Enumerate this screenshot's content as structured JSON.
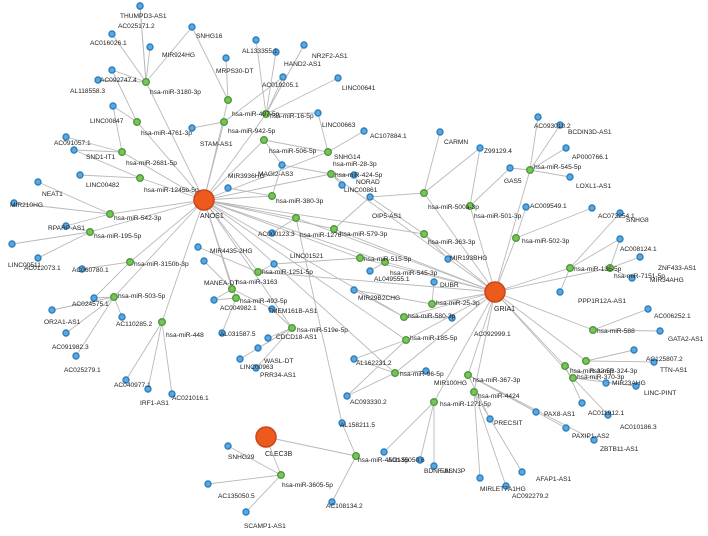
{
  "colors": {
    "hub_fill": "#ed5a1e",
    "hub_stroke": "#c8461a",
    "mirna_fill": "#78c35c",
    "mirna_stroke": "#4f9a3a",
    "lnc_fill": "#5aa8e0",
    "lnc_stroke": "#2d7fc0",
    "edge": "#b9b9b9"
  },
  "hubs": [
    {
      "name": "ANOS1"
    },
    {
      "name": "GRIA1"
    },
    {
      "name": "CLEC3B"
    }
  ],
  "mirnas": [
    {
      "name": "hsa-miR-3180-3p"
    },
    {
      "name": "hsa-miR-497-5p"
    },
    {
      "name": "hsa-miR-4761-3p"
    },
    {
      "name": "hsa-miR-16-5p"
    },
    {
      "name": "hsa-miR-942-5p"
    },
    {
      "name": "hsa-miR-506-5p"
    },
    {
      "name": "hsa-miR-2681-5p"
    },
    {
      "name": "hsa-miR-28-3p"
    },
    {
      "name": "hsa-miR-1245b-5p"
    },
    {
      "name": "hsa-miR-424-5p"
    },
    {
      "name": "hsa-miR-380-3p"
    },
    {
      "name": "hsa-miR-542-3p"
    },
    {
      "name": "hsa-miR-1276"
    },
    {
      "name": "hsa-miR-579-3p"
    },
    {
      "name": "hsa-miR-195-5p"
    },
    {
      "name": "hsa-miR-500a-3p"
    },
    {
      "name": "hsa-miR-501-3p"
    },
    {
      "name": "hsa-miR-545-5p"
    },
    {
      "name": "hsa-miR-502-3p"
    },
    {
      "name": "hsa-miR-363-3p"
    },
    {
      "name": "hsa-miR-515-5p"
    },
    {
      "name": "hsa-miR-545-3p"
    },
    {
      "name": "hsa-miR-3150b-3p"
    },
    {
      "name": "hsa-miR-1251-5p"
    },
    {
      "name": "hsa-miR-136-5p"
    },
    {
      "name": "hsa-miR-7151-5p"
    },
    {
      "name": "hsa-miR-503-5p"
    },
    {
      "name": "hsa-miR-3163"
    },
    {
      "name": "hsa-miR-493-5p"
    },
    {
      "name": "hsa-miR-25-3p"
    },
    {
      "name": "hsa-miR-580-3p"
    },
    {
      "name": "hsa-miR-448"
    },
    {
      "name": "hsa-miR-519e-5p"
    },
    {
      "name": "hsa-miR-185-5p"
    },
    {
      "name": "hsa-miR-588"
    },
    {
      "name": "hsa-miR-324-3p"
    },
    {
      "name": "hsa-miR-96-5p"
    },
    {
      "name": "hsa-miR-32-5p"
    },
    {
      "name": "hsa-miR-370-3p"
    },
    {
      "name": "hsa-miR-367-3p"
    },
    {
      "name": "hsa-miR-1271-5p"
    },
    {
      "name": "hsa-miR-4424"
    },
    {
      "name": "hsa-miR-450b-5p"
    },
    {
      "name": "hsa-miR-3605-5p"
    }
  ],
  "lncrnas": [
    {
      "name": "THUMPD3-AS1"
    },
    {
      "name": "AC025171.2"
    },
    {
      "name": "AC016026.1"
    },
    {
      "name": "SNHG16"
    },
    {
      "name": "MIR924HG"
    },
    {
      "name": "HAND2-AS1"
    },
    {
      "name": "AL133355.1"
    },
    {
      "name": "NR2F2-AS1"
    },
    {
      "name": "MRPS30-DT"
    },
    {
      "name": "AC092747.4"
    },
    {
      "name": "AC019205.1"
    },
    {
      "name": "AL118558.3"
    },
    {
      "name": "LINC00641"
    },
    {
      "name": "LINC00847"
    },
    {
      "name": "LINC00663"
    },
    {
      "name": "AC107884.1"
    },
    {
      "name": "STAM-AS1"
    },
    {
      "name": "AC091057.1"
    },
    {
      "name": "SND1-IT1"
    },
    {
      "name": "SNHG14"
    },
    {
      "name": "CARMN"
    },
    {
      "name": "LINC00482"
    },
    {
      "name": "MAGI2-AS3"
    },
    {
      "name": "AC093010.2"
    },
    {
      "name": "BCDIN3D-AS1"
    },
    {
      "name": "Z99129.4"
    },
    {
      "name": "AP000766.1"
    },
    {
      "name": "NEAT1"
    },
    {
      "name": "MIR3936HG"
    },
    {
      "name": "NORAD"
    },
    {
      "name": "LINC00861"
    },
    {
      "name": "GAS5"
    },
    {
      "name": "MIR210HG"
    },
    {
      "name": "LOXL1-AS1"
    },
    {
      "name": "RPARP-AS1"
    },
    {
      "name": "OIP5-AS1"
    },
    {
      "name": "AC009549.1"
    },
    {
      "name": "AC073254.1"
    },
    {
      "name": "SNHG8"
    },
    {
      "name": "LINC00511"
    },
    {
      "name": "AC012073.1"
    },
    {
      "name": "AC000123.3"
    },
    {
      "name": "MIR4435-2HG"
    },
    {
      "name": "MIR193BHG"
    },
    {
      "name": "AC008124.1"
    },
    {
      "name": "ZNF433-AS1"
    },
    {
      "name": "LINC01521"
    },
    {
      "name": "AC060780.1"
    },
    {
      "name": "AL049555.1"
    },
    {
      "name": "MIR34AHG"
    },
    {
      "name": "MANEA-DT"
    },
    {
      "name": "AC024575.1"
    },
    {
      "name": "DUBR"
    },
    {
      "name": "MIR29B2CHG"
    },
    {
      "name": "PPP1R12A-AS1"
    },
    {
      "name": "AC004982.1"
    },
    {
      "name": "OR2A1-AS1"
    },
    {
      "name": "AC110285.2"
    },
    {
      "name": "TMEM161B-AS1"
    },
    {
      "name": "AC006252.1"
    },
    {
      "name": "AL031587.5"
    },
    {
      "name": "AC092999.1"
    },
    {
      "name": "GATA2-AS1"
    },
    {
      "name": "AC091982.3"
    },
    {
      "name": "CDCD18-AS1"
    },
    {
      "name": "AC025279.1"
    },
    {
      "name": "LINC00963"
    },
    {
      "name": "WASL-DT"
    },
    {
      "name": "AL162231.2"
    },
    {
      "name": "AC125807.2"
    },
    {
      "name": "TTN-AS1"
    },
    {
      "name": "AC040977.1"
    },
    {
      "name": "PRR34-AS1"
    },
    {
      "name": "MIR23AHG"
    },
    {
      "name": "IRF1-AS1"
    },
    {
      "name": "AC021016.1"
    },
    {
      "name": "AC093330.2"
    },
    {
      "name": "MIR100HG"
    },
    {
      "name": "LINC-PINT"
    },
    {
      "name": "AC011912.1"
    },
    {
      "name": "AC010186.3"
    },
    {
      "name": "AL158211.5"
    },
    {
      "name": "PAX8-AS1"
    },
    {
      "name": "PAXIP1-AS2"
    },
    {
      "name": "ZBTB11-AS1"
    },
    {
      "name": "PRECSIT"
    },
    {
      "name": "AC135050.6"
    },
    {
      "name": "SNHG29"
    },
    {
      "name": "BDNF-AS"
    },
    {
      "name": "EBLN3P"
    },
    {
      "name": "AFAP1-AS1"
    },
    {
      "name": "MIRLET7A1HG"
    },
    {
      "name": "AC092279.2"
    },
    {
      "name": "AC135050.5"
    },
    {
      "name": "AC108134.2"
    },
    {
      "name": "SCAMP1-AS1"
    }
  ]
}
